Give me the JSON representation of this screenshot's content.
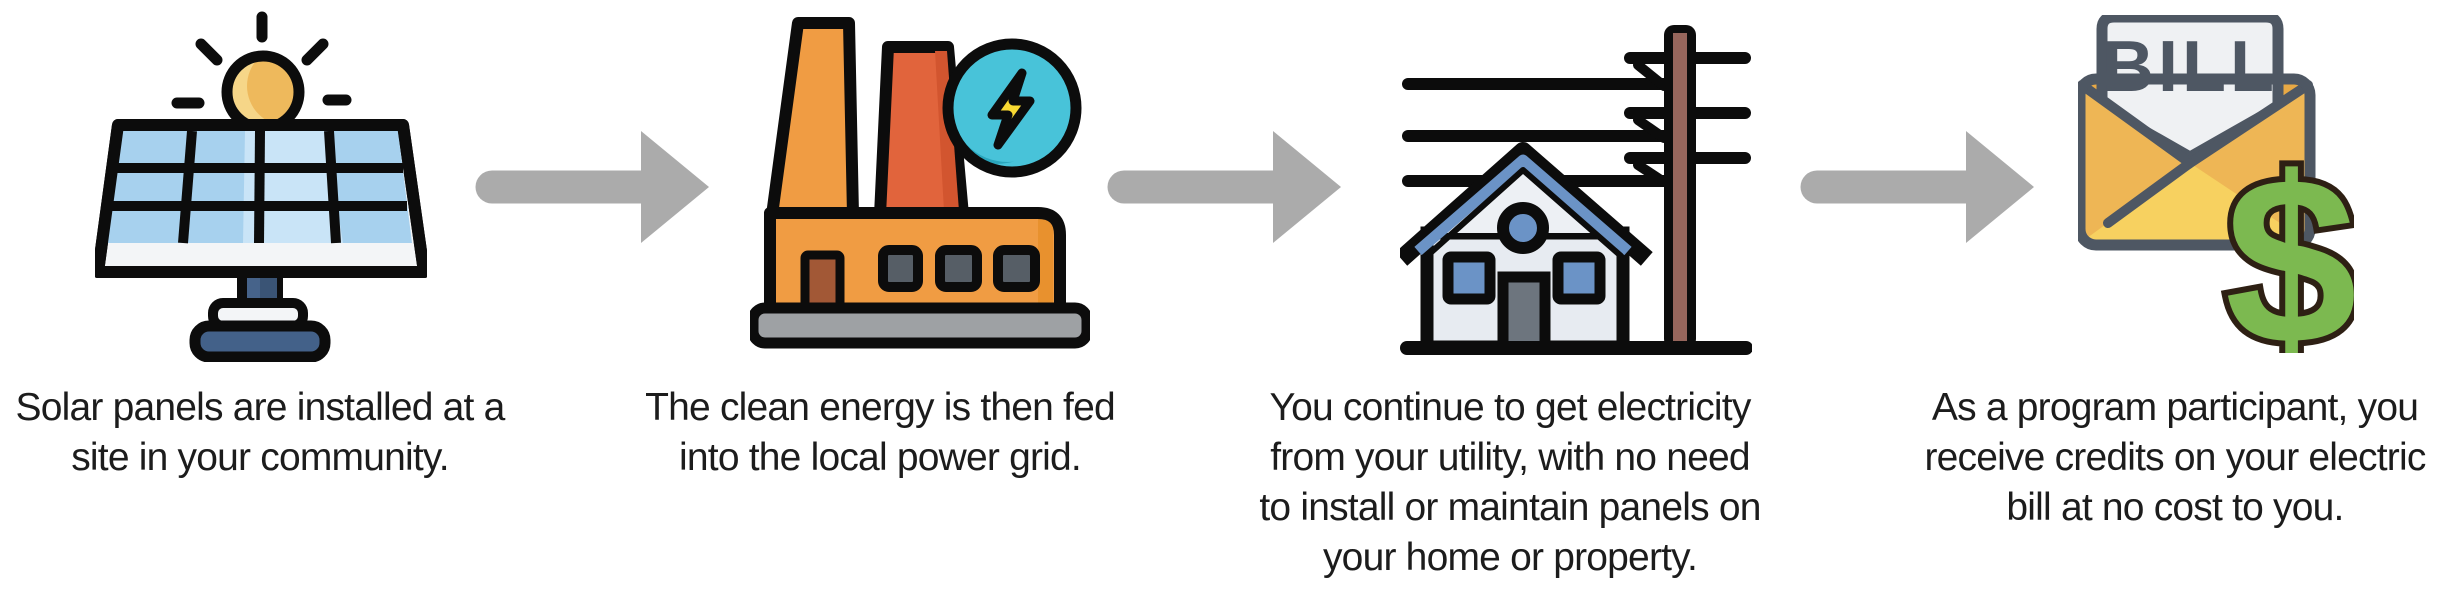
{
  "title": "Community solar program process infographic",
  "steps": [
    {
      "icon": "solar-panel-icon",
      "caption_lines": [
        "Solar panels are installed at a",
        "site in your community."
      ]
    },
    {
      "icon": "power-plant-icon",
      "caption_lines": [
        "The clean energy is then fed",
        "into the local power grid."
      ]
    },
    {
      "icon": "house-power-grid-icon",
      "caption_lines": [
        "You continue to get electricity",
        "from your utility, with no need",
        "to install or maintain panels on",
        "your home or property."
      ]
    },
    {
      "icon": "bill-credits-icon",
      "bill_label": "BILL",
      "dollar_symbol": "$",
      "caption_lines": [
        "As a program participant, you",
        "receive credits on your electric",
        "bill at no cost to you."
      ]
    }
  ],
  "colors": {
    "arrow_gray": "#ababab",
    "outline_black": "#0c0c0c",
    "text": "#1c1c1c",
    "sun_light": "#f6d688",
    "sun_dark": "#eeb95c",
    "panel_blue": "#a7d1ee",
    "panel_blue_highlight": "#c9e4f7",
    "panel_white": "#f3f5f7",
    "stand_blue": "#46638a",
    "factory_orange": "#f09c43",
    "factory_orange_shade": "#e8912e",
    "chimney_red": "#e1643c",
    "door_brown": "#a25836",
    "window_gray": "#565e66",
    "base_gray": "#9ea1a4",
    "badge_teal": "#48c3d9",
    "badge_teal_dark": "#2aa6bd",
    "bolt_yellow": "#f8d932",
    "house_wall": "#e7ebf1",
    "house_blue": "#6b93c6",
    "house_door_gray": "#6d757e",
    "pole_brown": "#97665c",
    "envelope_yellow": "#f7d160",
    "envelope_flap": "#eeb655",
    "envelope_back": "#e8a945",
    "envelope_slate": "#4e5763",
    "paper_white": "#eff1f3",
    "dollar_green": "#7cb950",
    "dollar_outline": "#2e2014"
  }
}
